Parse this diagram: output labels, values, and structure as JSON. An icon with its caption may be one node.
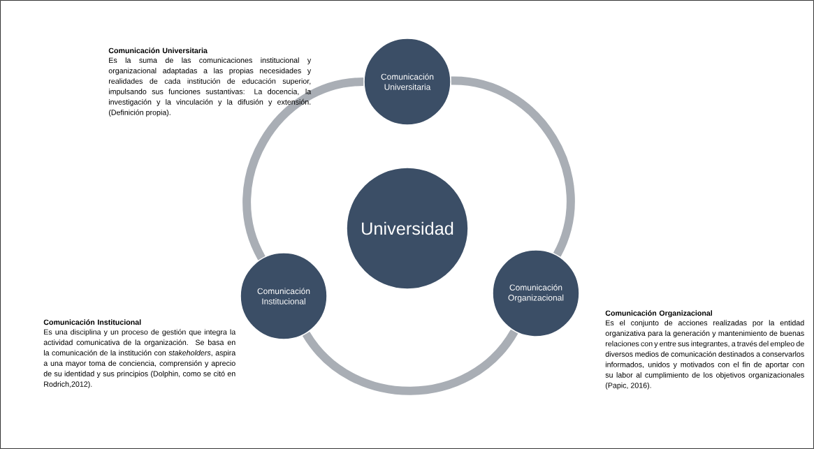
{
  "diagram": {
    "nodes": [
      {
        "text": [
          "Universidad"
        ]
      },
      {
        "text": [
          "Comunicación Universitaria"
        ]
      },
      {
        "text": [
          "Comunicación Institucional"
        ]
      },
      {
        "text": [
          "Comunicación Organizacional"
        ]
      }
    ],
    "edges": [
      {
        "from": 1,
        "to": 3,
        "arrow": "none"
      },
      {
        "from": 3,
        "to": 2,
        "arrow": "none"
      },
      {
        "from": 2,
        "to": 1,
        "arrow": "none"
      }
    ],
    "labels": [
      "Comunicación Universitaria",
      "Es la suma de las comunicaciones institucional y organizacional adaptadas a las propias necesidades y realidades de cada institución de educación superior, impulsando sus funciones sustantivas: La docencia, la investigación y la vinculación y la difusión y extensión. (Definición propia).",
      "Comunicación Institucional",
      "Es una disciplina y un proceso de gestión que integra la actividad comunicativa de la organización. Se basa en la comunicación de la institución con *stakeholders*, aspira a una mayor toma de conciencia, comprensión y aprecio de su identidad y sus principios (Dolphin, como se citó en Rodrich,2012).",
      "Comunicación Organizacional",
      "Es el conjunto de acciones realizadas por la entidad organizativa para la generación y mantenimiento de buenas relaciones con y entre sus integrantes, a través del empleo de diversos medios de comunicación destinados a conservarlos informados, unidos y motivados con el fin de aportar con su labor al cumplimiento de los objetivos organizacionales (Papic, 2016)."
    ]
  }
}
